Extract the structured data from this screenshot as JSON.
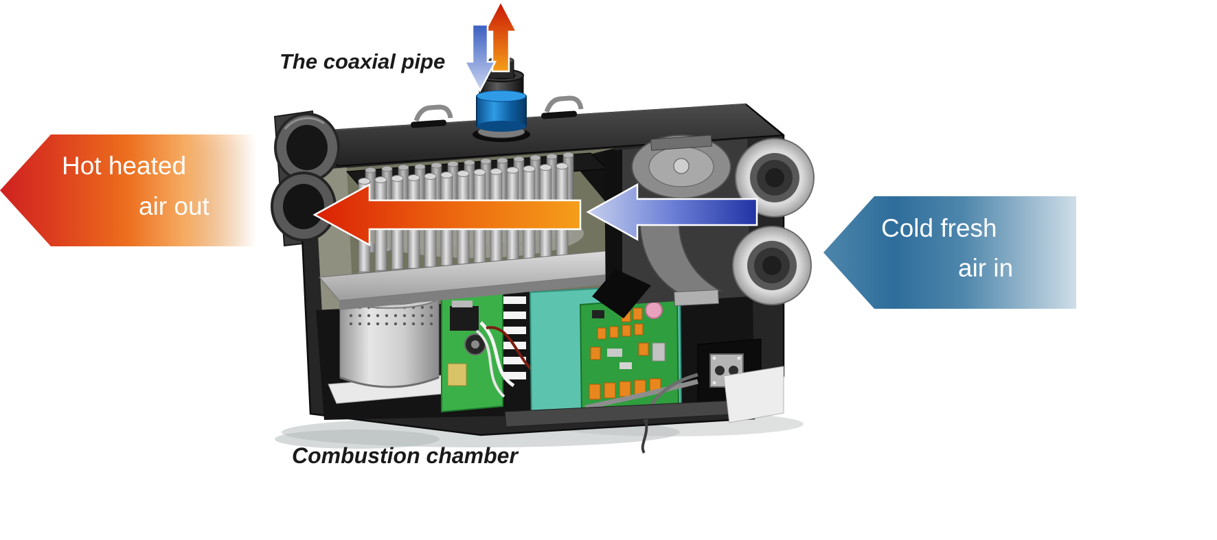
{
  "labels": {
    "coaxial_pipe": "The coaxial pipe",
    "combustion_chamber": "Combustion chamber",
    "hot_out_line1": "Hot heated",
    "hot_out_line2": "air out",
    "cold_in_line1": "Cold fresh",
    "cold_in_line2": "air in"
  },
  "colors": {
    "hot_banner_start": "#cf2121",
    "hot_banner_mid": "#ec6f1e",
    "cold_banner_start": "#4d86ab",
    "cold_banner_mid": "#2e6d9b",
    "cold_banner_end": "#cfdde8",
    "flow_hot_tip": "#da2005",
    "flow_hot_tail": "#f59e1a",
    "flow_cold_tip": "#c6cfee",
    "flow_cold_tail": "#2133a4",
    "exhaust_top": "#c81404",
    "exhaust_bottom": "#f59e1a",
    "intake_top": "#3a5fc0",
    "intake_bottom": "#ccd6f2",
    "pipe_band": "#2f9be6"
  },
  "icons": {
    "exhaust_up_arrow": "arrow-up",
    "intake_down_arrow": "arrow-down",
    "hot_flow_arrow": "arrow-left",
    "cold_flow_arrow": "arrow-left",
    "hot_banner": "arrow-left-banner",
    "cold_banner": "arrow-left-banner"
  }
}
